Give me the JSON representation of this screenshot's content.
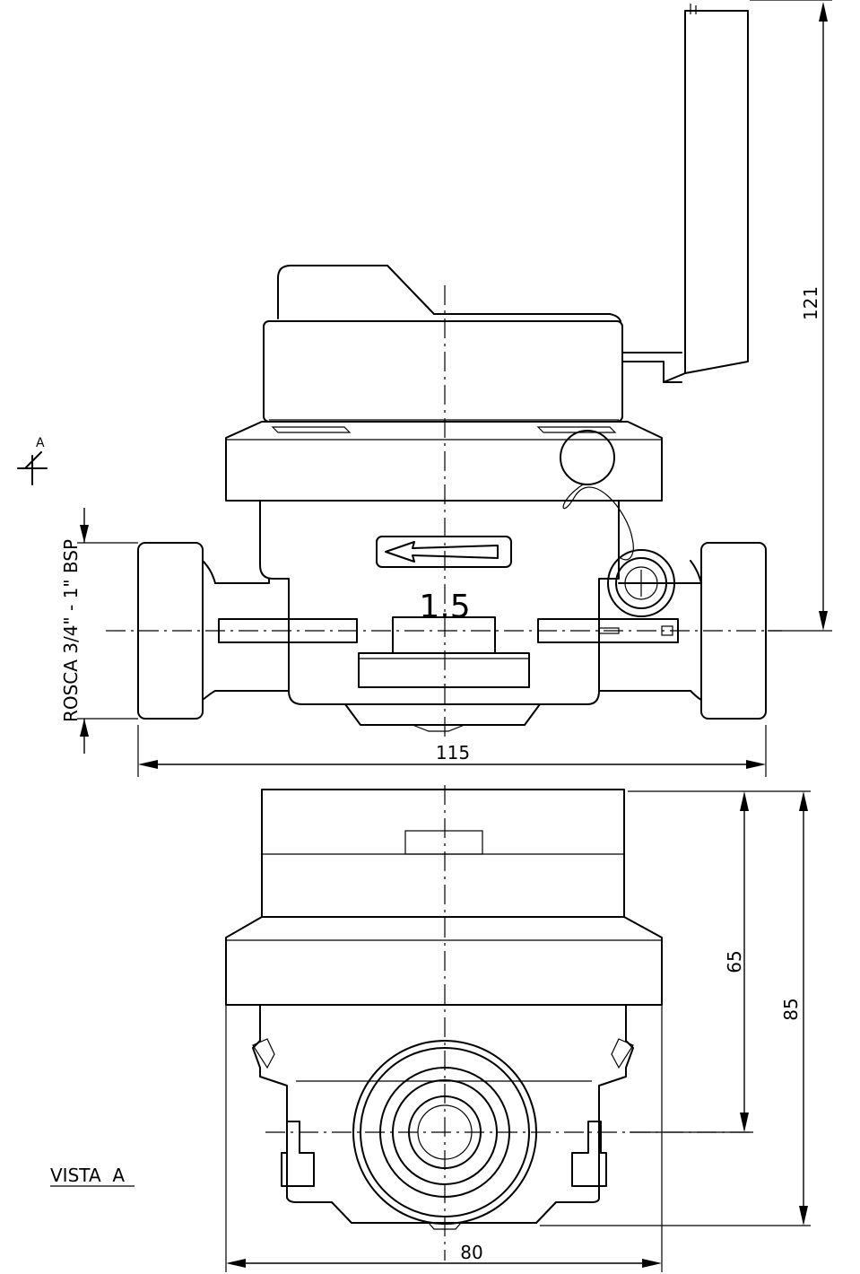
{
  "drawing": {
    "dimensions": {
      "height_total": "121",
      "length": "115",
      "axis_height": "65",
      "body_height": "85",
      "width": "80"
    },
    "labels": {
      "thread": "ROSCA 3/4\" - 1\" BSP",
      "dn": "1.5",
      "view_marker": "A",
      "view_title": "VISTA  A"
    }
  }
}
